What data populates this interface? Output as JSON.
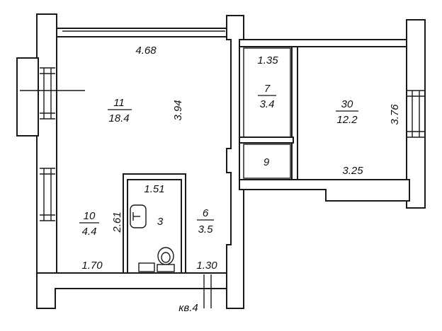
{
  "rooms": {
    "living": {
      "number": "11",
      "area": "18.4",
      "width": "4.68",
      "length": "3.94"
    },
    "kitchen": {
      "number": "10",
      "area": "4.4",
      "length": "2.61",
      "width": "1.70"
    },
    "bathroom": {
      "number": "3",
      "width": "1.51"
    },
    "hall": {
      "number": "6",
      "area": "3.5",
      "width": "1.30"
    },
    "closet": {
      "number": "7",
      "area": "3.4",
      "width": "1.35"
    },
    "storage": {
      "number": "9"
    },
    "bedroom": {
      "number": "30",
      "area": "12.2",
      "length": "3.76",
      "width": "3.25"
    }
  },
  "apartment_label": "кв.4"
}
